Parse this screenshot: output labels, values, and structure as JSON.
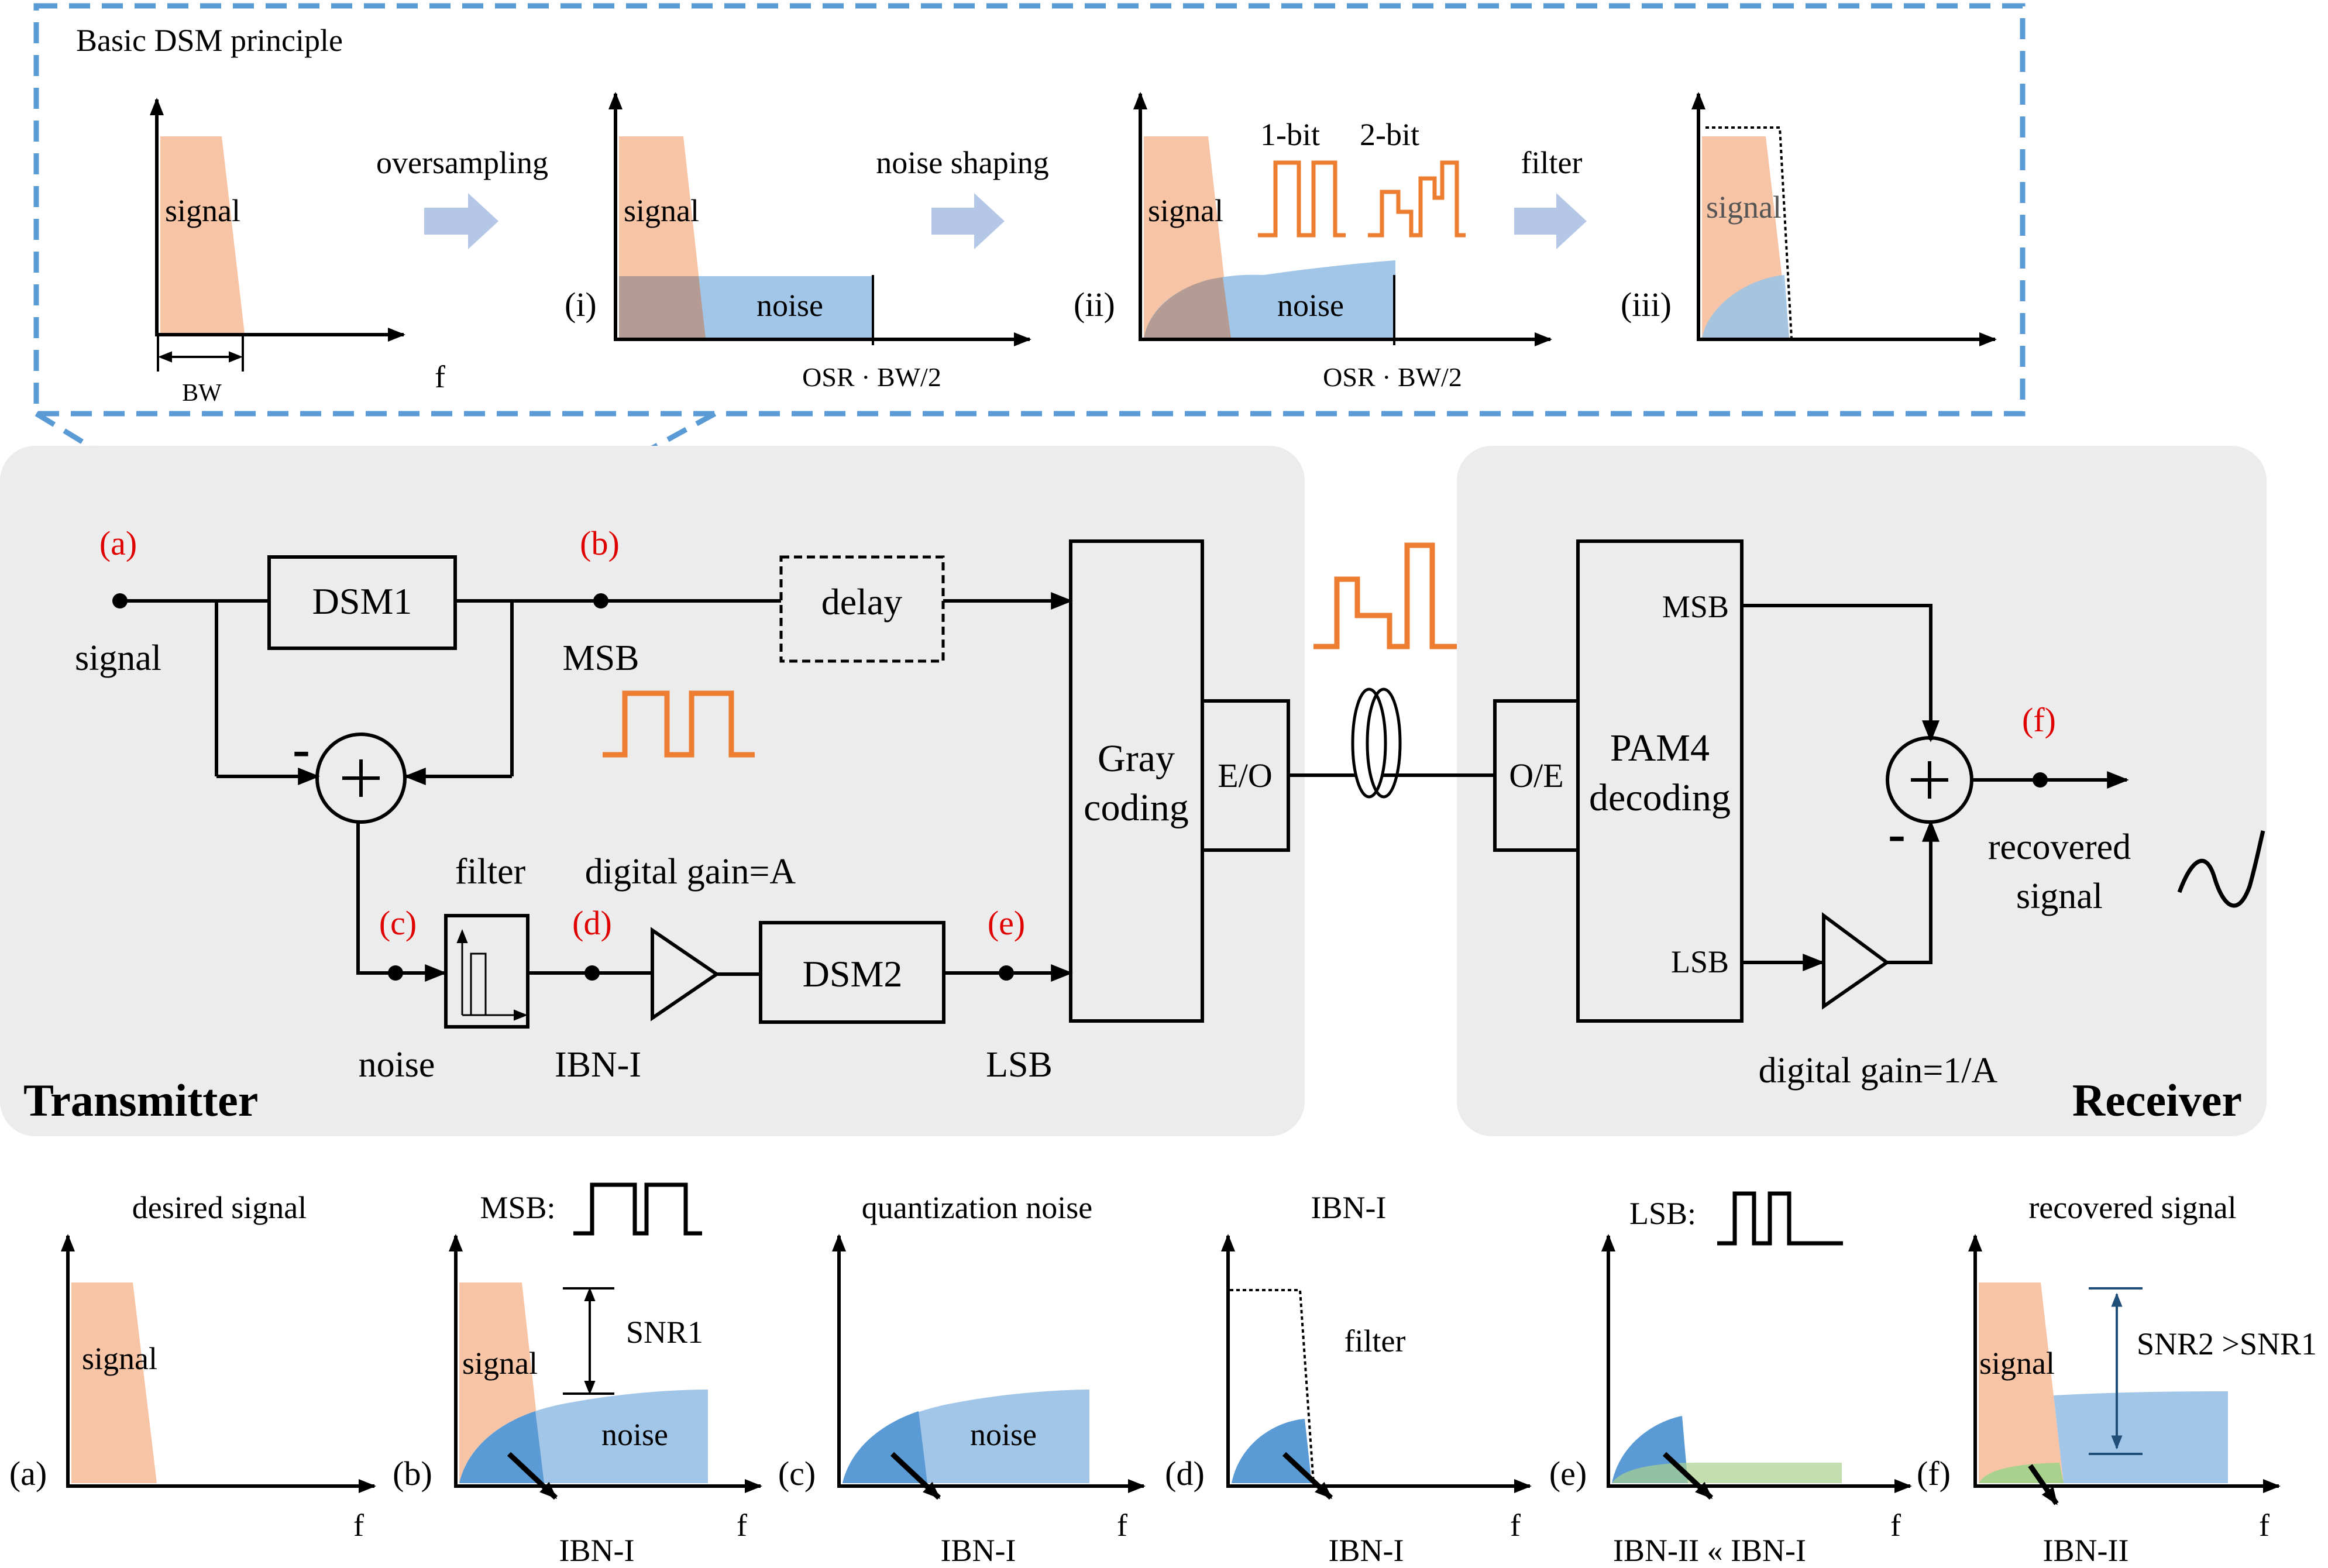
{
  "colors": {
    "signal": "#f7c5a6",
    "noise": "#9dc3e6",
    "noise_dark": "#5b9bd5",
    "ibn2": "#a9d18e",
    "orange": "#ed7d31",
    "red_label": "#e00000",
    "dashed_blue": "#5b9bd5",
    "panel_bg": "#ececec",
    "arrow_fill": "#b4c7e7"
  },
  "principle": {
    "title": "Basic DSM principle",
    "p0": {
      "signal": "signal",
      "bw": "BW",
      "f": "f"
    },
    "arrow1": "oversampling",
    "p1": {
      "id": "(i)",
      "signal": "signal",
      "noise": "noise",
      "osr": "OSR · BW/2"
    },
    "arrow2": "noise shaping",
    "p2": {
      "id": "(ii)",
      "signal": "signal",
      "noise": "noise",
      "osr": "OSR · BW/2",
      "bit1": "1-bit",
      "bit2": "2-bit"
    },
    "arrow3": "filter",
    "p3": {
      "id": "(iii)",
      "signal": "signal"
    }
  },
  "transmitter": {
    "title": "Transmitter",
    "label_a": "(a)",
    "label_b": "(b)",
    "label_c": "(c)",
    "label_d": "(d)",
    "label_e": "(e)",
    "signal": "signal",
    "dsm1": "DSM1",
    "msb": "MSB",
    "delay": "delay",
    "minus": "-",
    "filter": "filter",
    "digital_gain": "digital gain=A",
    "dsm2": "DSM2",
    "noise": "noise",
    "ibn1": "IBN-I",
    "lsb": "LSB",
    "gray1": "Gray",
    "gray2": "coding",
    "eo": "E/O"
  },
  "receiver": {
    "title": "Receiver",
    "oe": "O/E",
    "pam1": "PAM4",
    "pam2": "decoding",
    "msb": "MSB",
    "lsb": "LSB",
    "minus": "-",
    "label_f": "(f)",
    "recovered1": "recovered",
    "recovered2": "signal",
    "digital_gain": "digital gain=1/A"
  },
  "spectra": {
    "a": {
      "id": "(a)",
      "title": "desired signal",
      "signal": "signal",
      "f": "f"
    },
    "b": {
      "id": "(b)",
      "title": "MSB:",
      "signal": "signal",
      "noise": "noise",
      "snr": "SNR1",
      "ibn": "IBN-I",
      "f": "f"
    },
    "c": {
      "id": "(c)",
      "title": "quantization noise",
      "noise": "noise",
      "ibn": "IBN-I",
      "f": "f"
    },
    "d": {
      "id": "(d)",
      "title": "IBN-I",
      "filter": "filter",
      "ibn": "IBN-I",
      "f": "f"
    },
    "e": {
      "id": "(e)",
      "title": "LSB:",
      "ibn": "IBN-II « IBN-I",
      "f": "f"
    },
    "f": {
      "id": "(f)",
      "title": "recovered signal",
      "signal": "signal",
      "snr": "SNR2 >SNR1",
      "ibn": "IBN-II",
      "f": "f"
    }
  }
}
